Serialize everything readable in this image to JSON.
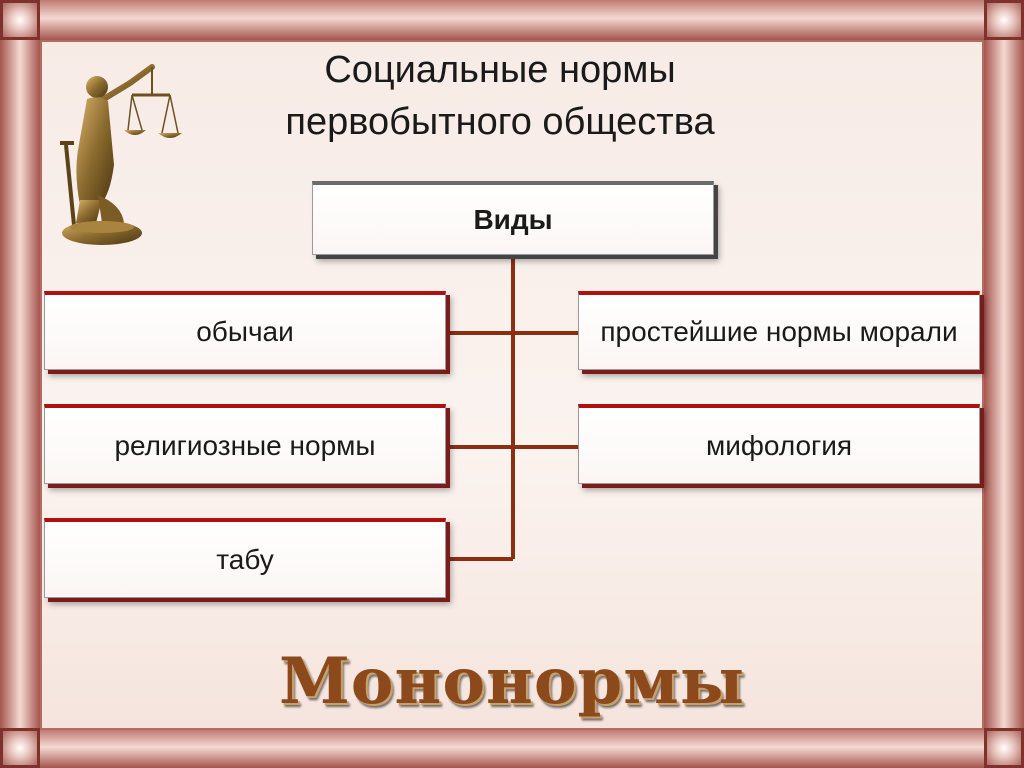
{
  "title": {
    "line1": "Социальные нормы",
    "line2": "первобытного общества"
  },
  "diagram": {
    "root": "Виды",
    "left_items": [
      "обычаи",
      "религиозные нормы",
      "табу"
    ],
    "right_items": [
      "простейшие нормы морали",
      "мифология"
    ]
  },
  "footer": "Мононормы",
  "icons": {
    "statue": "themis-statue-icon"
  },
  "colors": {
    "frame": "#8a3e3a",
    "accent_border": "#b01010",
    "connector": "#8b2f12",
    "footer_text": "#8c4a1c"
  }
}
